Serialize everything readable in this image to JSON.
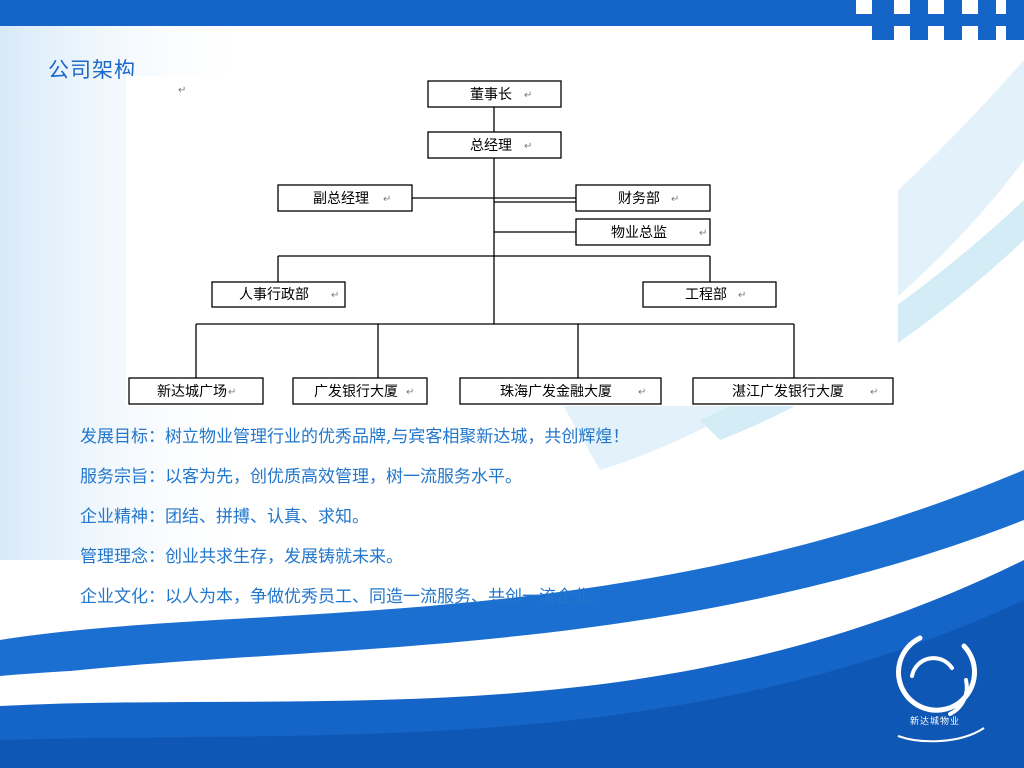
{
  "slide": {
    "title": "公司架构"
  },
  "org_chart": {
    "chairman": "董事长",
    "general_manager": "总经理",
    "deputy_gm": "副总经理",
    "finance": "财务部",
    "property_director": "物业总监",
    "hr_admin": "人事行政部",
    "engineering": "工程部",
    "projects": [
      "新达城广场",
      "广发银行大厦",
      "珠海广发金融大厦",
      "湛江广发银行大厦"
    ],
    "return_mark": "↵"
  },
  "principles": [
    "发展目标：树立物业管理行业的优秀品牌,与宾客相聚新达城，共创辉煌！",
    "服务宗旨：以客为先，创优质高效管理，树一流服务水平。",
    "企业精神：团结、拼搏、认真、求知。",
    "管理理念：创业共求生存，发展铸就未来。",
    "企业文化：以人为本，争做优秀员工、同造一流服务、共创一流企业。"
  ],
  "logo": {
    "text": "新达城物业"
  },
  "colors": {
    "primary_blue": "#1565c8",
    "text_blue": "#2277cc",
    "light_blue": "#cfe6f7"
  }
}
